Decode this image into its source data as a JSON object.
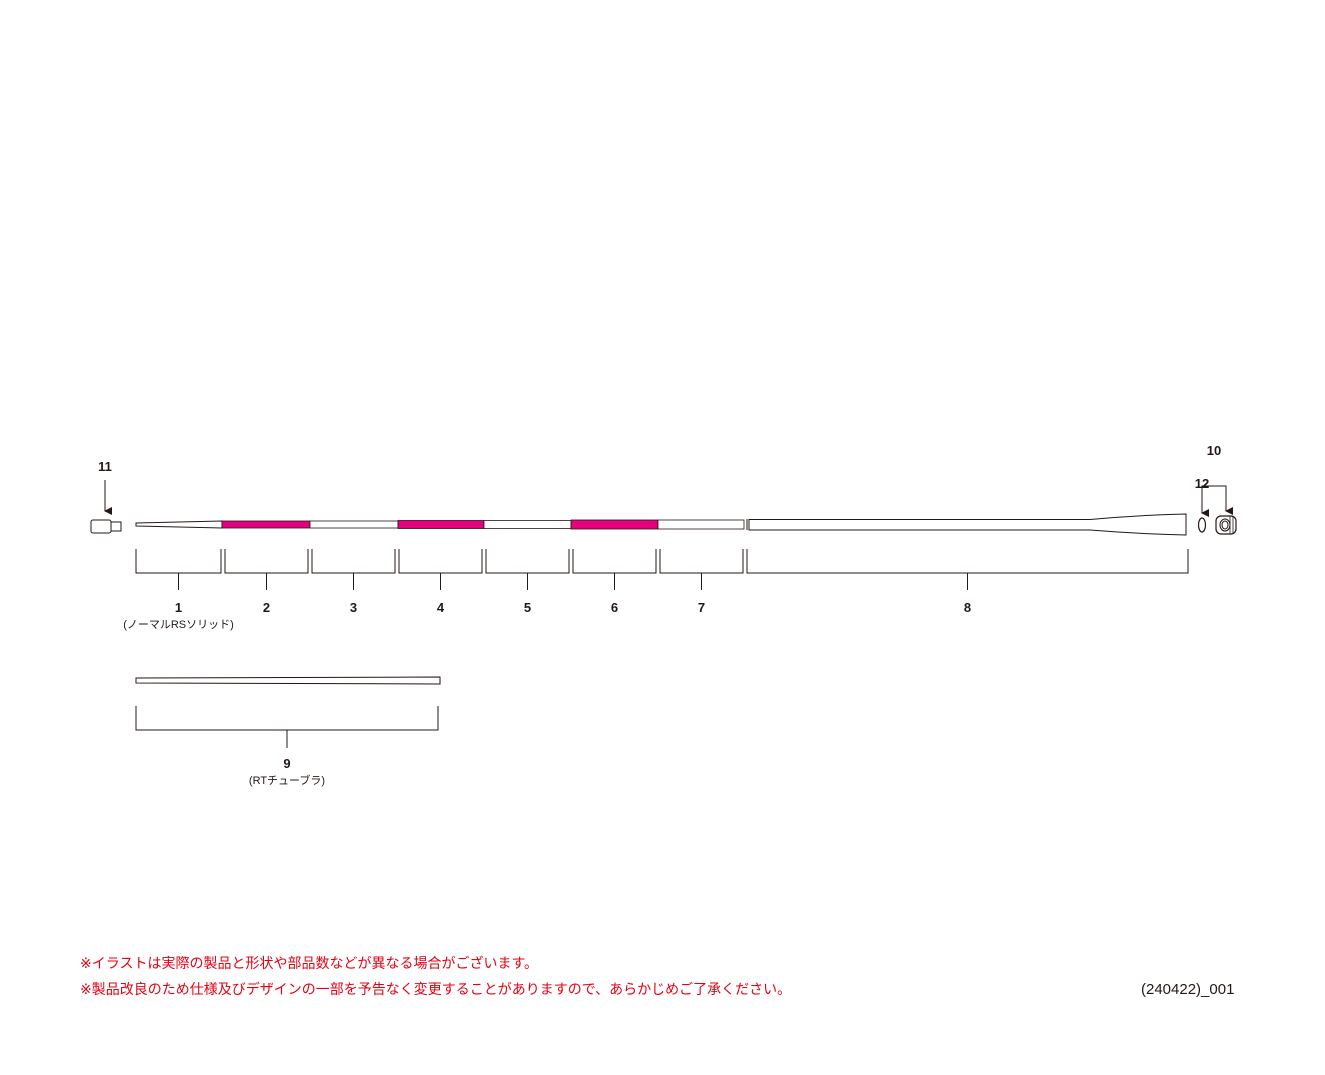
{
  "colors": {
    "accent": "#e4007f",
    "line": "#231815",
    "note": "#e60012"
  },
  "parts": [
    {
      "id": "1",
      "sub": "(ノーマルRSソリッド)"
    },
    {
      "id": "2",
      "sub": ""
    },
    {
      "id": "3",
      "sub": ""
    },
    {
      "id": "4",
      "sub": ""
    },
    {
      "id": "5",
      "sub": ""
    },
    {
      "id": "6",
      "sub": ""
    },
    {
      "id": "7",
      "sub": ""
    },
    {
      "id": "8",
      "sub": ""
    },
    {
      "id": "9",
      "sub": "(RTチューブラ)"
    },
    {
      "id": "10",
      "sub": ""
    },
    {
      "id": "11",
      "sub": ""
    },
    {
      "id": "12",
      "sub": ""
    }
  ],
  "notes": [
    "※イラストは実際の製品と形状や部品数などが異なる場合がございます。",
    "※製品改良のため仕様及びデザインの一部を予告なく変更することがありますので、あらかじめご了承ください。"
  ],
  "code": "(240422)_001"
}
